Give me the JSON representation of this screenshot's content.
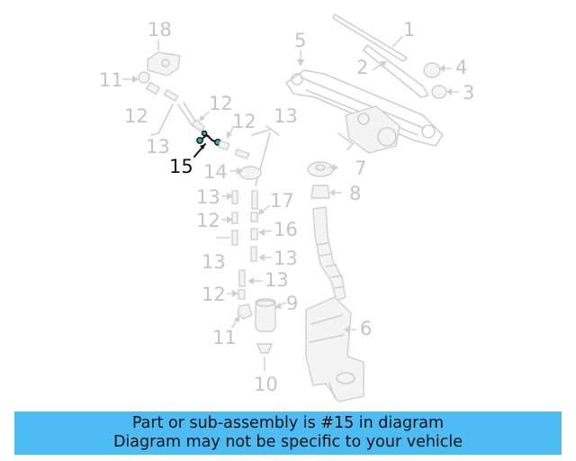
{
  "diagram": {
    "highlighted_part": "15",
    "labels": [
      "18",
      "11",
      "12",
      "13",
      "12",
      "12",
      "13",
      "14",
      "13",
      "12",
      "13",
      "17",
      "16",
      "13",
      "13",
      "12",
      "11",
      "9",
      "10",
      "1",
      "2",
      "3",
      "4",
      "5",
      "6",
      "7",
      "8",
      "15"
    ]
  },
  "banner": {
    "line1": "Part or sub-assembly is #15 in diagram",
    "line2": "Diagram may not be specific to your vehicle"
  }
}
